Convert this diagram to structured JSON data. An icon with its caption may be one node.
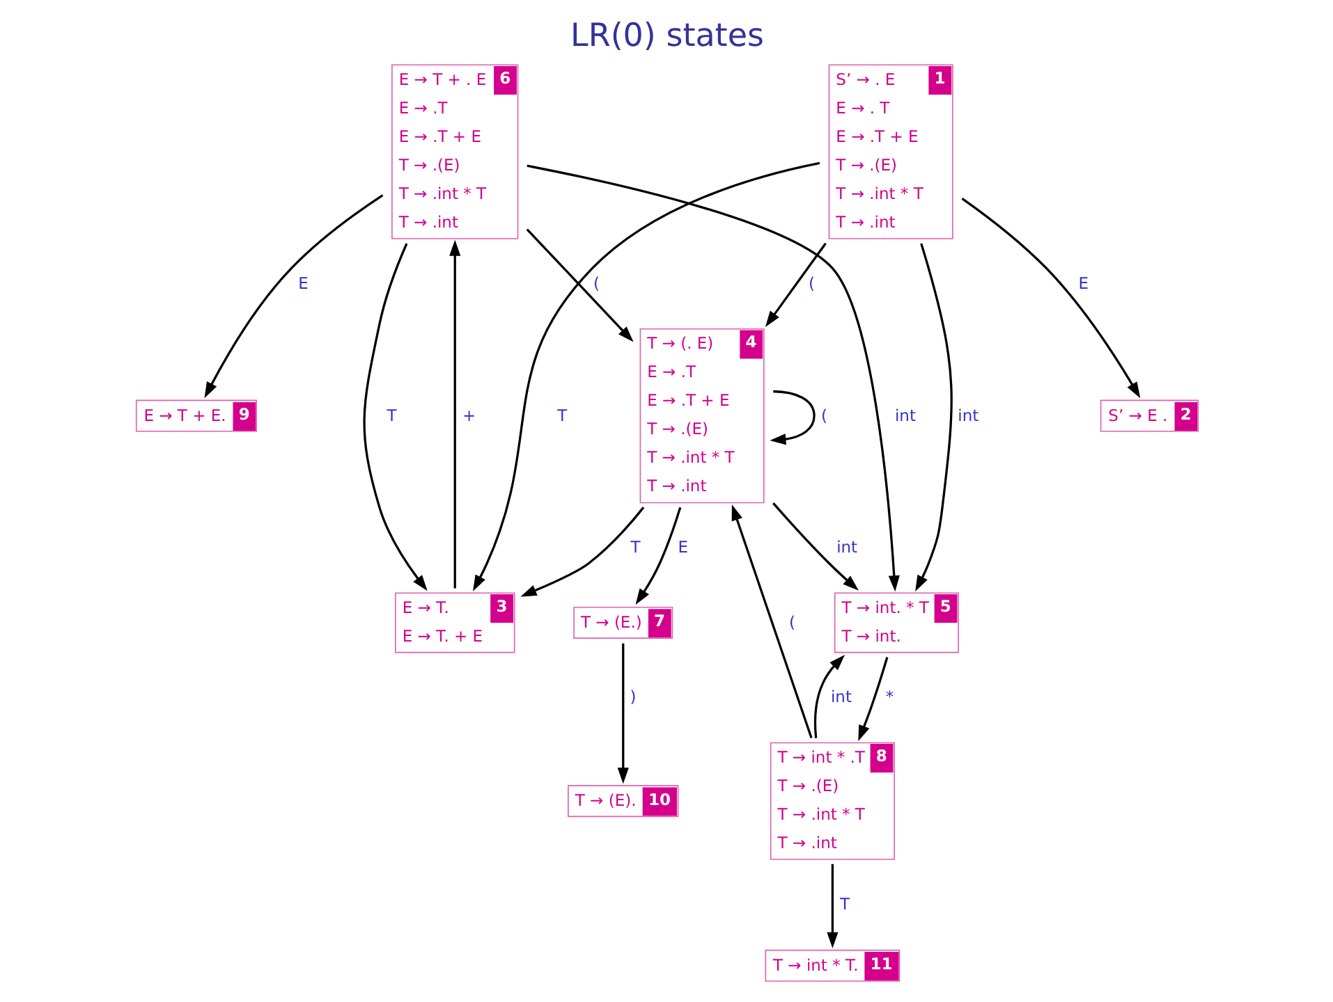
{
  "diagram": {
    "title": "LR(0) states",
    "nodes": [
      {
        "text": [
          "E → T + . E",
          "E → .T",
          "E → .T + E",
          "T → .(E)",
          "T → .int * T",
          "T → .int",
          "6"
        ]
      },
      {
        "text": [
          "E → T + E.",
          "9"
        ]
      },
      {
        "text": [
          "S’ → E .",
          "2"
        ]
      },
      {
        "text": [
          "E → T.",
          "E → T. + E",
          "3"
        ]
      },
      {
        "text": [
          "T → (. E)",
          "E → .T",
          "E → .T + E",
          "T → .(E)",
          "T → .int * T",
          "T → .int",
          "4"
        ]
      },
      {
        "text": [
          "T → int. * T",
          "T → int.",
          "5"
        ]
      },
      {
        "text": [
          "S’ → . E",
          "E → . T",
          "E → .T + E",
          "T → .(E)",
          "T → .int * T",
          "T → .int",
          "1"
        ]
      },
      {
        "text": [
          "T → int * T.",
          "11"
        ]
      },
      {
        "text": [
          "T → (E.)",
          "7"
        ]
      },
      {
        "text": [
          "T → int * .T",
          "T → .(E)",
          "T → .int * T",
          "T → .int",
          "8"
        ]
      },
      {
        "text": [
          "T → (E).",
          "10"
        ]
      }
    ],
    "edges": [
      {
        "from": 6,
        "to": 2,
        "arrow": "to",
        "label": "E"
      },
      {
        "from": 6,
        "to": 3,
        "arrow": "to",
        "label": "T"
      },
      {
        "from": 6,
        "to": 5,
        "arrow": "to",
        "label": "int"
      },
      {
        "from": 6,
        "to": 4,
        "arrow": "to",
        "label": "("
      },
      {
        "from": 0,
        "to": 3,
        "arrow": "to",
        "label": "T"
      },
      {
        "from": 3,
        "to": 0,
        "arrow": "to",
        "label": "+"
      },
      {
        "from": 0,
        "to": 5,
        "arrow": "to",
        "label": "int"
      },
      {
        "from": 0,
        "to": 1,
        "arrow": "to",
        "label": "E"
      },
      {
        "from": 0,
        "to": 4,
        "arrow": "to",
        "label": "("
      },
      {
        "from": 4,
        "to": 4,
        "arrow": "to",
        "label": "("
      },
      {
        "from": 4,
        "to": 3,
        "arrow": "to",
        "label": "T"
      },
      {
        "from": 4,
        "to": 5,
        "arrow": "to",
        "label": "int"
      },
      {
        "from": 4,
        "to": 8,
        "arrow": "to",
        "label": "E"
      },
      {
        "from": 5,
        "to": 9,
        "arrow": "to",
        "label": "*"
      },
      {
        "from": 9,
        "to": 5,
        "arrow": "to",
        "label": "int"
      },
      {
        "from": 9,
        "to": 7,
        "arrow": "to",
        "label": "T"
      },
      {
        "from": 9,
        "to": 4,
        "arrow": "to",
        "label": "("
      },
      {
        "from": 8,
        "to": 10,
        "arrow": "to",
        "label": ")"
      }
    ]
  }
}
